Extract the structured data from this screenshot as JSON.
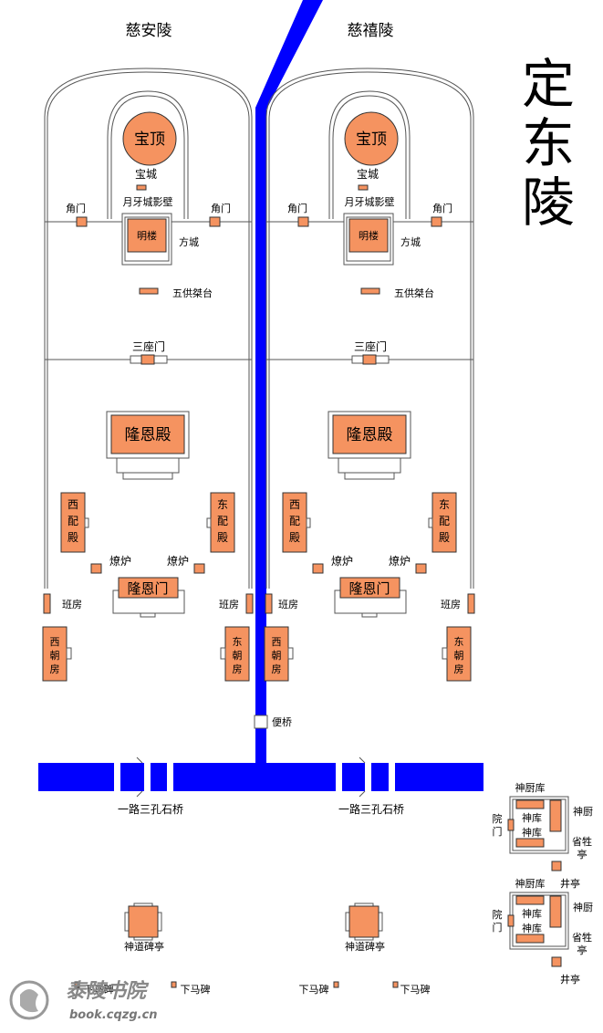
{
  "title": "定东陵",
  "tombs": [
    {
      "name": "慈安陵"
    },
    {
      "name": "慈禧陵"
    }
  ],
  "labels": {
    "baoding": "宝顶",
    "baocheng": "宝城",
    "yueya": "月牙城影壁",
    "jiaomen": "角门",
    "minglou": "明楼",
    "fangcheng": "方城",
    "wugong": "五供桀台",
    "sanzuomen": "三座门",
    "longendian": "隆恩殿",
    "xipeidian": "西配殿",
    "dongpeidian": "东配殿",
    "liaolu": "燎炉",
    "longenmen": "隆恩门",
    "banfang": "班房",
    "xichaofang": "西朝房",
    "dongchaofang": "东朝房",
    "bianqiao": "便桥",
    "shiqiao": "一路三孔石桥",
    "beiting": "神道碑亭",
    "xiamabei": "下马碑",
    "shenchuku": "神厨库",
    "yuanmen": "院门",
    "shenku": "神库",
    "shenchu": "神厨",
    "xingshengting": "省牲亭",
    "jingting": "井亭"
  },
  "watermark": {
    "name": "泰陵书院",
    "url": "book.cqzg.cn"
  },
  "colors": {
    "building": "#f59360",
    "water": "#0000ff",
    "wall": "#555555"
  }
}
